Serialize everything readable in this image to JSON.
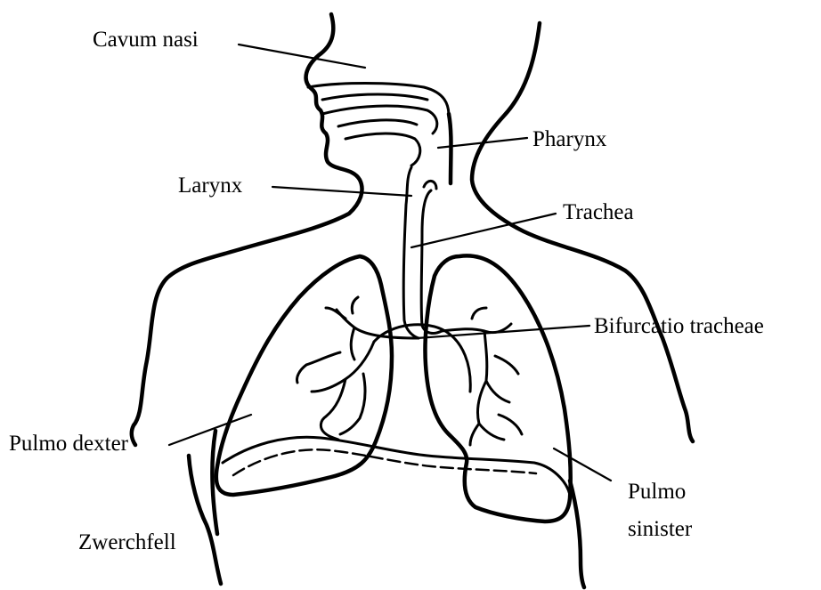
{
  "labels": {
    "cavum_nasi": "Cavum nasi",
    "pharynx": "Pharynx",
    "larynx": "Larynx",
    "trachea": "Trachea",
    "bifurcatio": "Bifurcatio tracheae",
    "pulmo_dexter": "Pulmo dexter",
    "pulmo_sinister_line1": "Pulmo",
    "pulmo_sinister_line2": "sinister",
    "zwerchfell": "Zwerchfell"
  }
}
